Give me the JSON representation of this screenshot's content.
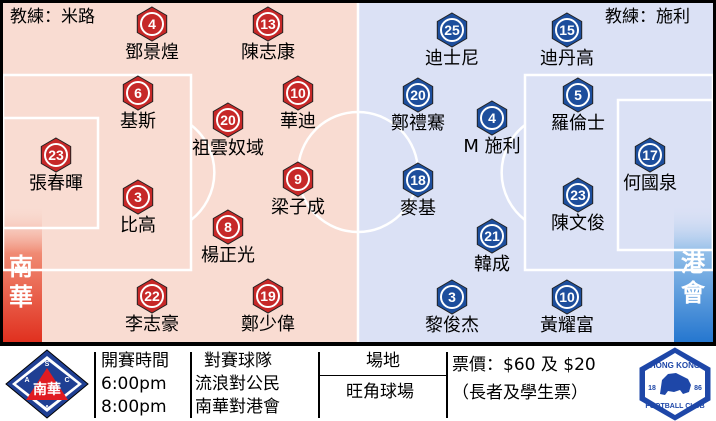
{
  "left_team": {
    "coach": "教練：米路",
    "side_label": "南華",
    "players": [
      {
        "number": "4",
        "name": "鄧景煌"
      },
      {
        "number": "13",
        "name": "陳志康"
      },
      {
        "number": "6",
        "name": "基斯"
      },
      {
        "number": "10",
        "name": "華迪"
      },
      {
        "number": "20",
        "name": "祖雲奴域"
      },
      {
        "number": "23",
        "name": "張春暉"
      },
      {
        "number": "9",
        "name": "梁子成"
      },
      {
        "number": "3",
        "name": "比高"
      },
      {
        "number": "8",
        "name": "楊正光"
      },
      {
        "number": "22",
        "name": "李志豪"
      },
      {
        "number": "19",
        "name": "鄭少偉"
      }
    ]
  },
  "right_team": {
    "coach": "教練：施利",
    "side_label": "港會",
    "players": [
      {
        "number": "25",
        "name": "迪士尼"
      },
      {
        "number": "15",
        "name": "迪丹高"
      },
      {
        "number": "20",
        "name": "鄭禮騫"
      },
      {
        "number": "5",
        "name": "羅倫士"
      },
      {
        "number": "4",
        "name": "M 施利"
      },
      {
        "number": "17",
        "name": "何國泉"
      },
      {
        "number": "18",
        "name": "麥基"
      },
      {
        "number": "23",
        "name": "陳文俊"
      },
      {
        "number": "21",
        "name": "韓成"
      },
      {
        "number": "3",
        "name": "黎俊杰"
      },
      {
        "number": "10",
        "name": "黃耀富"
      }
    ]
  },
  "info": {
    "kickoff_header": "開賽時間",
    "kickoff_times": [
      "6:00pm",
      "8:00pm"
    ],
    "matchup_header": "對賽球隊",
    "matchups": [
      "流浪對公民",
      "南華對港會"
    ],
    "venue_header": "場地",
    "venue": "旺角球場",
    "price": "票價：$60 及 $20",
    "price_note": "（長者及學生票）"
  },
  "logos": {
    "left_badge_letters": [
      "S",
      "C",
      "A",
      "A"
    ],
    "left_badge_text": "南華",
    "right_badge_top": "HONG KONG",
    "right_badge_bottom": "FOOTBALL CLUB",
    "right_badge_year_left": "18",
    "right_badge_year_right": "86"
  },
  "colors": {
    "left_half": "#f9dcd2",
    "right_half": "#dbe1f5",
    "left_chip": "#c62828",
    "right_chip": "#1d4e9c",
    "left_strip": "#e53935",
    "right_strip": "#2f7ed8"
  }
}
